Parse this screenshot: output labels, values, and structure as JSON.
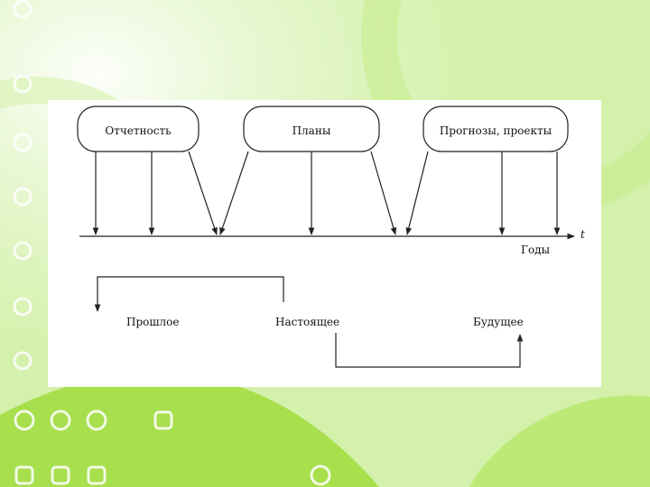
{
  "diagram": {
    "boxes": {
      "reporting": "Отчетность",
      "plans": "Планы",
      "forecasts": "Прогнозы, проекты"
    },
    "axis": {
      "variable": "t",
      "label": "Годы"
    },
    "time_labels": {
      "past": "Прошлое",
      "present": "Настоящее",
      "future": "Будущее"
    }
  },
  "colors": {
    "background": "#e9f7d6",
    "accent_green": "#9fdc3c",
    "ink": "#222222"
  }
}
